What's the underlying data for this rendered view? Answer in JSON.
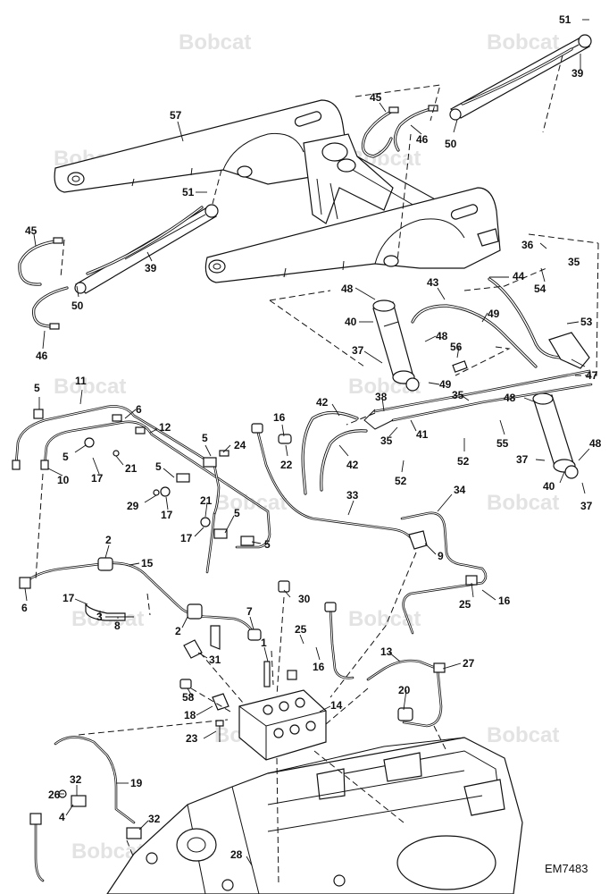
{
  "watermark": {
    "text": "Bobcat"
  },
  "drawing_ref": "EM7483",
  "callouts": {
    "c57": "57",
    "c45a": "45",
    "c46a": "46",
    "c50a": "50",
    "c51a": "51",
    "c39a": "39",
    "c51b": "51",
    "c45b": "45",
    "c39b": "39",
    "c50b": "50",
    "c46b": "46",
    "c36": "36",
    "c35a": "35",
    "c54": "54",
    "c44": "44",
    "c43": "43",
    "c48a": "48",
    "c40a": "40",
    "c49a": "49",
    "c53": "53",
    "c37a": "37",
    "c48b": "48",
    "c56": "56",
    "c47": "47",
    "c42a": "42",
    "c38": "38",
    "c49b": "49",
    "c35b": "35",
    "c48c": "48",
    "c16a": "16",
    "c22": "22",
    "c42b": "42",
    "c35c": "35",
    "c41": "41",
    "c52a": "52",
    "c52b": "52",
    "c55": "55",
    "c48d": "48",
    "c37b": "37",
    "c40b": "40",
    "c37c": "37",
    "c11": "11",
    "c5a": "5",
    "c6a": "6",
    "c12": "12",
    "c5b": "5",
    "c24": "24",
    "c5c": "5",
    "c17a": "17",
    "c21a": "21",
    "c10": "10",
    "c5d": "5",
    "c29": "29",
    "c17b": "17",
    "c21b": "21",
    "c5e": "5",
    "c17c": "17",
    "c5f": "5",
    "c33": "33",
    "c34": "34",
    "c9": "9",
    "c2a": "2",
    "c15": "15",
    "c6b": "6",
    "c17d": "17",
    "c3": "3",
    "c8": "8",
    "c30": "30",
    "c25a": "25",
    "c16b": "16",
    "c7": "7",
    "c2b": "2",
    "c1": "1",
    "c25b": "25",
    "c16c": "16",
    "c31": "31",
    "c13": "13",
    "c27": "27",
    "c58": "58",
    "c14": "14",
    "c20": "20",
    "c18": "18",
    "c23": "23",
    "c19": "19",
    "c32a": "32",
    "c26": "26",
    "c4": "4",
    "c32b": "32",
    "c28": "28"
  }
}
